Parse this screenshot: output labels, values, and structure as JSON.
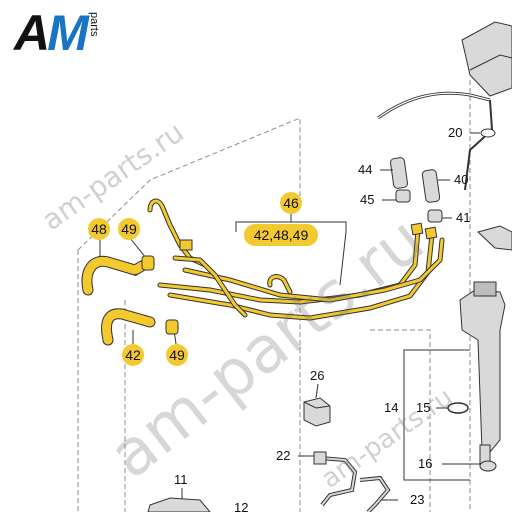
{
  "logo": {
    "main": "AM",
    "sub": "parts"
  },
  "watermarks": [
    "am-parts.ru",
    "am-parts.ru",
    "am-parts.ru"
  ],
  "highlight_labels": {
    "l46": "46",
    "l42_48_49": "42,48,49",
    "l48": "48",
    "l49a": "49",
    "l42": "42",
    "l49b": "49"
  },
  "labels": {
    "l20": "20",
    "l44": "44",
    "l40": "40",
    "l45": "45",
    "l41": "41",
    "l26": "26",
    "l14": "14",
    "l15": "15",
    "l16": "16",
    "l22": "22",
    "l23": "23",
    "l11": "11",
    "l12": "12"
  },
  "colors": {
    "highlight": "#f3c930",
    "line_art": "#333333",
    "fill_grey": "#d9d9d9"
  }
}
